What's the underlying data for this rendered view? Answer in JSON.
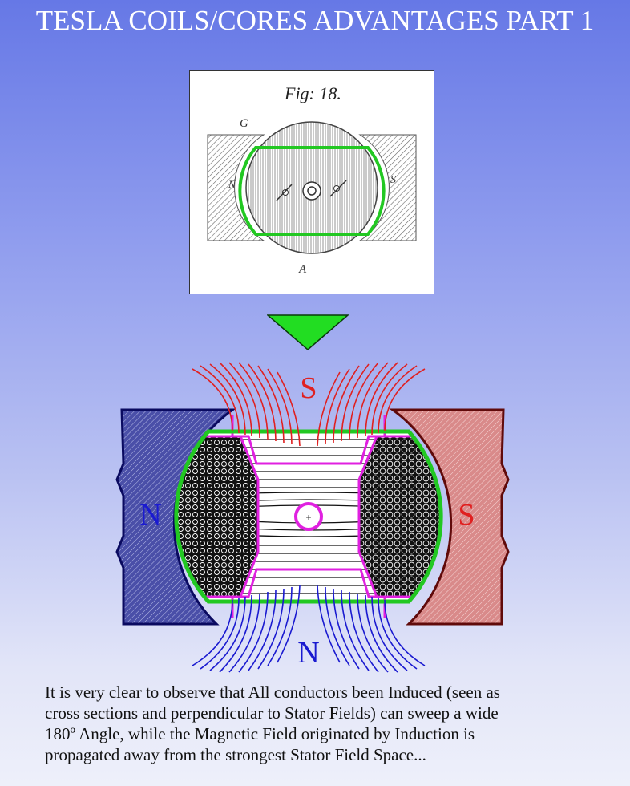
{
  "title": "TESLA COILS/CORES ADVANTAGES PART 1",
  "figure": {
    "caption": "Fig: 18.",
    "label_top": "G",
    "label_left": "N",
    "label_right": "S",
    "label_bottom": "A"
  },
  "diagram": {
    "top_pole": "S",
    "bottom_pole": "N",
    "left_pole": "N",
    "right_pole": "S",
    "center_mark": "+",
    "colors": {
      "north_pole": "#0000cc",
      "south_pole": "#e02020",
      "north_fill": "#4a4fa8",
      "south_fill": "#d98a8a",
      "conductor_outline": "#22c822",
      "core_outline": "#e020e0",
      "arrow": "#22dd22"
    }
  },
  "caption_lines": [
    "It is very clear to observe that All conductors been Induced (seen as",
    "cross sections and perpendicular to Stator Fields) can sweep a wide",
    "180º Angle, while the Magnetic Field originated by Induction is",
    "propagated away from the strongest Stator Field Space..."
  ]
}
